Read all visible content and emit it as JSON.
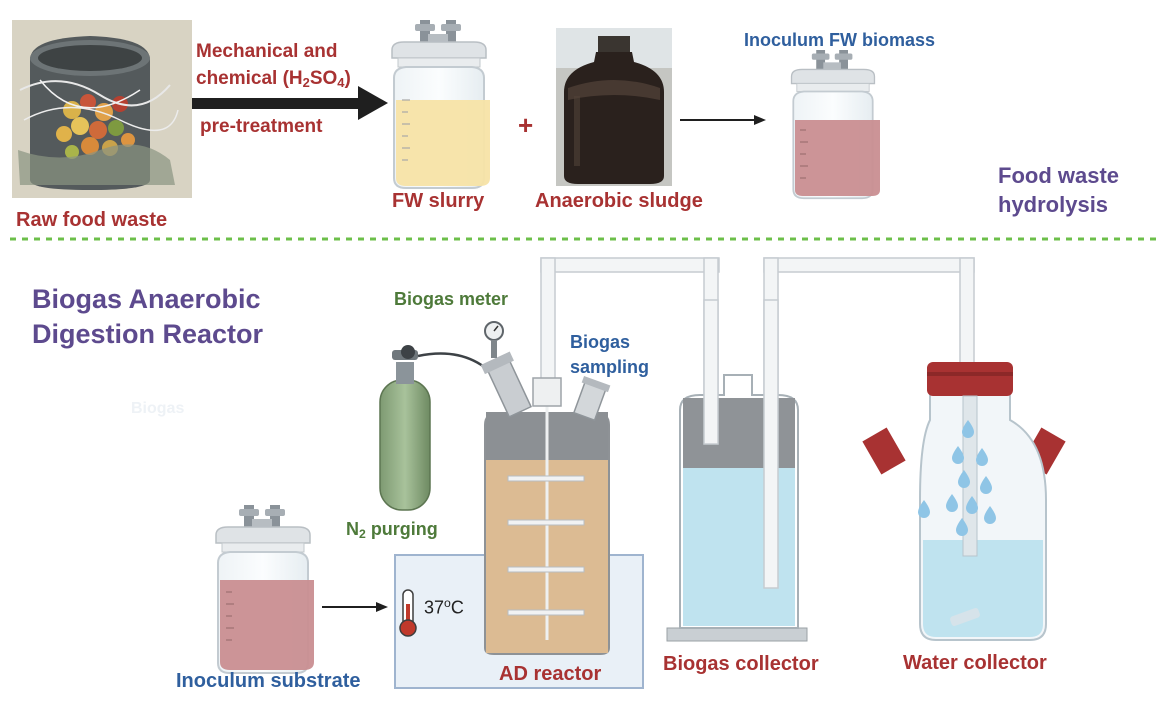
{
  "top": {
    "raw_food_waste": "Raw food waste",
    "pretreat_line1": "Mechanical and",
    "pretreat_line2_pre": "chemical (H",
    "pretreat_sub1": "2",
    "pretreat_mid": "SO",
    "pretreat_sub2": "4",
    "pretreat_post": ")",
    "pretreat_line3": "pre-treatment",
    "fw_slurry": "FW slurry",
    "plus": "+",
    "anaerobic_sludge": "Anaerobic sludge",
    "inoculum_fw_biomass": "Inoculum FW biomass",
    "hydrolysis_line1": "Food waste",
    "hydrolysis_line2": "hydrolysis"
  },
  "bottom": {
    "title_line1": "Biogas Anaerobic",
    "title_line2": "Digestion Reactor",
    "faint_biogas": "Biogas",
    "biogas_meter": "Biogas meter",
    "biogas_sampling_line1": "Biogas",
    "biogas_sampling_line2": "sampling",
    "n2_pre": "N",
    "n2_sub": "2",
    "n2_post": " purging",
    "temp_value": "37",
    "temp_sup": "o",
    "temp_unit": "C",
    "inoculum_substrate": "Inoculum substrate",
    "ad_reactor": "AD reactor",
    "biogas_collector": "Biogas collector",
    "water_collector": "Water collector"
  },
  "colors": {
    "label_red": "#a83232",
    "label_blue": "#2f5f9e",
    "label_green": "#4e7a3a",
    "title_purple": "#5d4a8e",
    "divider_green": "#6cbf4a",
    "slurry_yellow": "#f7e3a6",
    "inoculum_pink": "#c98e91",
    "reactor_tan": "#dcbb93",
    "water_blue": "#bfe3ef"
  }
}
